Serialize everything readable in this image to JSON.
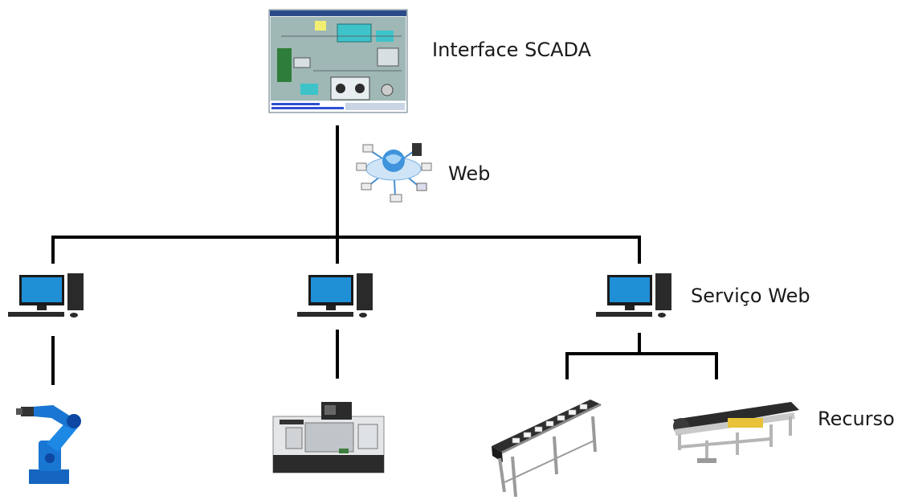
{
  "labels": {
    "scada": "Interface SCADA",
    "web": "Web",
    "web_service": "Serviço Web",
    "resource": "Recurso"
  },
  "icons": {
    "scada_screen": "scada-screen-icon",
    "network": "network-globe-icon",
    "computer": "desktop-computer-icon",
    "robot": "robot-arm-icon",
    "cnc": "cnc-machine-icon",
    "conveyor": "conveyor-belt-icon",
    "belt_conveyor": "belt-conveyor-icon"
  },
  "colors": {
    "line": "#000000",
    "monitor_blue": "#1f8fd6",
    "robot_blue": "#1565c0",
    "scada_bg": "#9fb8b5"
  }
}
